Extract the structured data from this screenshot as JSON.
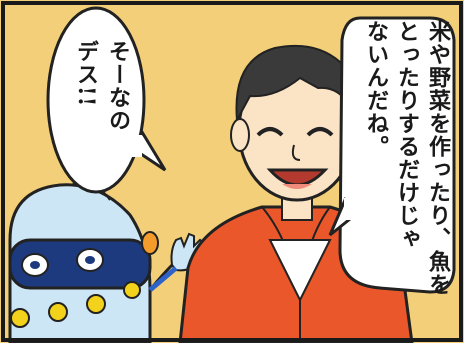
{
  "panel": {
    "colors": {
      "background": "#f2cf78",
      "jacket": "#e9572a",
      "skin": "#fbe3c6",
      "hair": "#3a3a3a",
      "robot_body": "#cde6f5",
      "robot_visor": "#1d3a7e",
      "robot_button": "#f3d21c"
    }
  },
  "speech_right": {
    "lines": [
      "米や野菜を作ったり、魚を",
      "とったりするだけじゃ",
      "ないんだね。"
    ]
  },
  "speech_left": {
    "lines": [
      "そーなの",
      "デス!!"
    ]
  }
}
